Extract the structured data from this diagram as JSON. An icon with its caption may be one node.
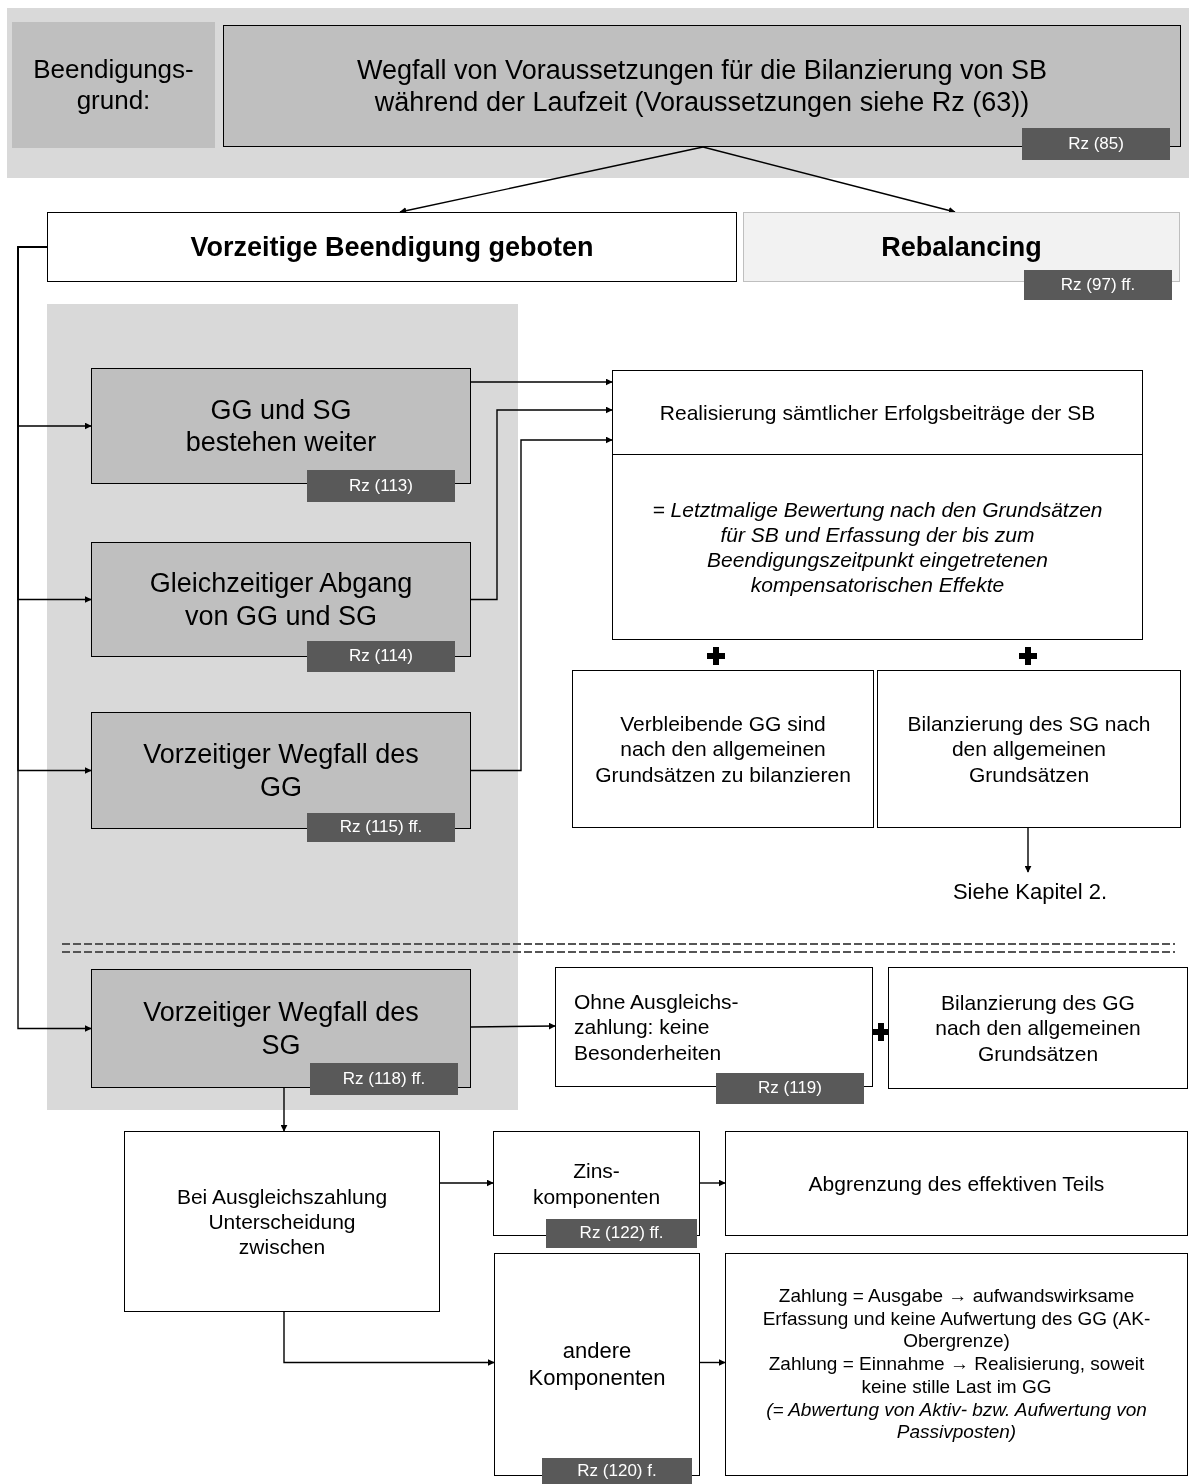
{
  "diagram": {
    "nodes": [
      {
        "text": [
          "Beendigungs- grund:"
        ]
      },
      {
        "text": [
          "Wegfall von Voraussetzungen für die Bilanzierung von SB während der Laufzeit (Voraussetzungen siehe Rz (63))"
        ]
      },
      {
        "text": [
          "Rz (85)"
        ]
      },
      {
        "text": [
          "Vorzeitige Beendigung geboten"
        ]
      },
      {
        "text": [
          "Rebalancing"
        ]
      },
      {
        "text": [
          "Rz (97) ff."
        ]
      },
      {
        "text": [
          "GG und SG bestehen weiter"
        ]
      },
      {
        "text": [
          "Rz (113)"
        ]
      },
      {
        "text": [
          "Realisierung sämtlicher Erfolgsbeiträge der SB",
          "= Letztmalige Bewertung nach den Grundsätzen für SB und Erfassung der bis zum Beendigungszeitpunkt eingetretenen kompensatorischen Effekte"
        ]
      },
      {
        "text": [
          "Gleichzeitiger Abgang von GG und SG"
        ]
      },
      {
        "text": [
          "Rz (114)"
        ]
      },
      {
        "text": [
          "Verbleibende GG sind nach den allgemeinen Grundsätzen zu bilanzieren"
        ]
      },
      {
        "text": [
          "Bilanzierung des SG nach den allgemeinen Grundsätzen"
        ]
      },
      {
        "text": [
          "Vorzeitiger Wegfall des GG"
        ]
      },
      {
        "text": [
          "Rz (115) ff."
        ]
      },
      {
        "text": [
          "Siehe Kapitel 2."
        ]
      },
      {
        "text": [
          "Vorzeitiger Wegfall des SG"
        ]
      },
      {
        "text": [
          "Rz (118) ff."
        ]
      },
      {
        "text": [
          "Ohne Ausgleichs- zahlung: keine Besonderheiten"
        ]
      },
      {
        "text": [
          "Rz (119)"
        ]
      },
      {
        "text": [
          "Bilanzierung des GG nach den allgemeinen Grundsätzen"
        ]
      },
      {
        "text": [
          "Bei Ausgleichszahlung Unterscheidung zwischen"
        ]
      },
      {
        "text": [
          "Zins- komponenten"
        ]
      },
      {
        "text": [
          "Rz (122) ff."
        ]
      },
      {
        "text": [
          "Abgrenzung  des effektiven Teils"
        ]
      },
      {
        "text": [
          "andere Komponenten"
        ]
      },
      {
        "text": [
          "Rz (120) f."
        ]
      },
      {
        "text": [
          "Zahlung = Ausgabe → aufwandswirksame Erfassung und keine Aufwertung des GG (AK-Obergrenze)",
          "Zahlung = Einnahme → Realisierung, soweit keine stille Last im GG",
          "(= Abwertung von Aktiv- bzw. Aufwertung von Passivposten)"
        ]
      }
    ],
    "edges": [
      {
        "from": 1,
        "to": 3,
        "arrow": "to"
      },
      {
        "from": 1,
        "to": 4,
        "arrow": "to"
      },
      {
        "from": 3,
        "to": 6,
        "arrow": "to"
      },
      {
        "from": 3,
        "to": 9,
        "arrow": "to"
      },
      {
        "from": 3,
        "to": 13,
        "arrow": "to"
      },
      {
        "from": 3,
        "to": 16,
        "arrow": "to"
      },
      {
        "from": 6,
        "to": 8,
        "arrow": "to"
      },
      {
        "from": 9,
        "to": 8,
        "arrow": "to"
      },
      {
        "from": 13,
        "to": 8,
        "arrow": "to"
      },
      {
        "from": 12,
        "to": 15,
        "arrow": "to"
      },
      {
        "from": 16,
        "to": 18,
        "arrow": "to"
      },
      {
        "from": 16,
        "to": 21,
        "arrow": "to"
      },
      {
        "from": 21,
        "to": 22,
        "arrow": "to"
      },
      {
        "from": 21,
        "to": 25,
        "arrow": "to"
      },
      {
        "from": 22,
        "to": 24,
        "arrow": "to"
      },
      {
        "from": 25,
        "to": 27,
        "arrow": "to"
      }
    ]
  }
}
